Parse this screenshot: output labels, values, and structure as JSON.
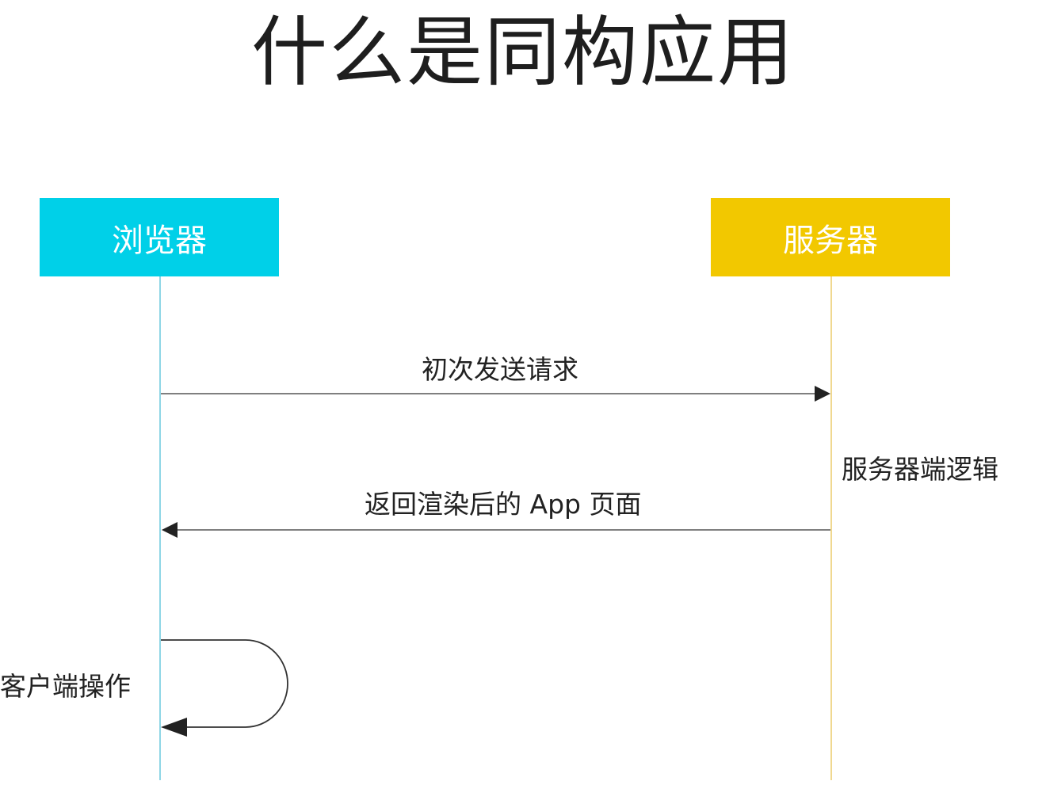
{
  "title": "什么是同构应用",
  "actors": {
    "browser": {
      "label": "浏览器",
      "color": "#00d0e8",
      "lifeline_color": "#8fd6e6"
    },
    "server": {
      "label": "服务器",
      "color": "#f2c800",
      "lifeline_color": "#f0d890"
    }
  },
  "messages": {
    "request": "初次发送请求",
    "response": "返回渲染后的 App 页面",
    "server_note": "服务器端逻辑",
    "client_note": "客户端操作"
  },
  "arrow_color": "#444444"
}
